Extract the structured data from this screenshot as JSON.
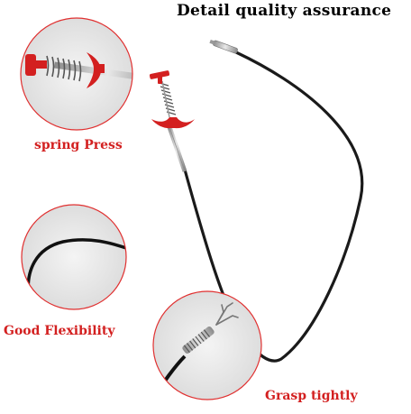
{
  "title": "Detail quality assurance",
  "captions": {
    "spring": "spring Press",
    "flexibility": "Good Flexibility",
    "grasp": "Grasp tightly"
  },
  "colors": {
    "text": "#000000",
    "accent": "#d32020",
    "circle_ring": "#e03030",
    "cable": "#1a1a1a",
    "metal": "#b8b8b8",
    "background": "#ffffff"
  }
}
